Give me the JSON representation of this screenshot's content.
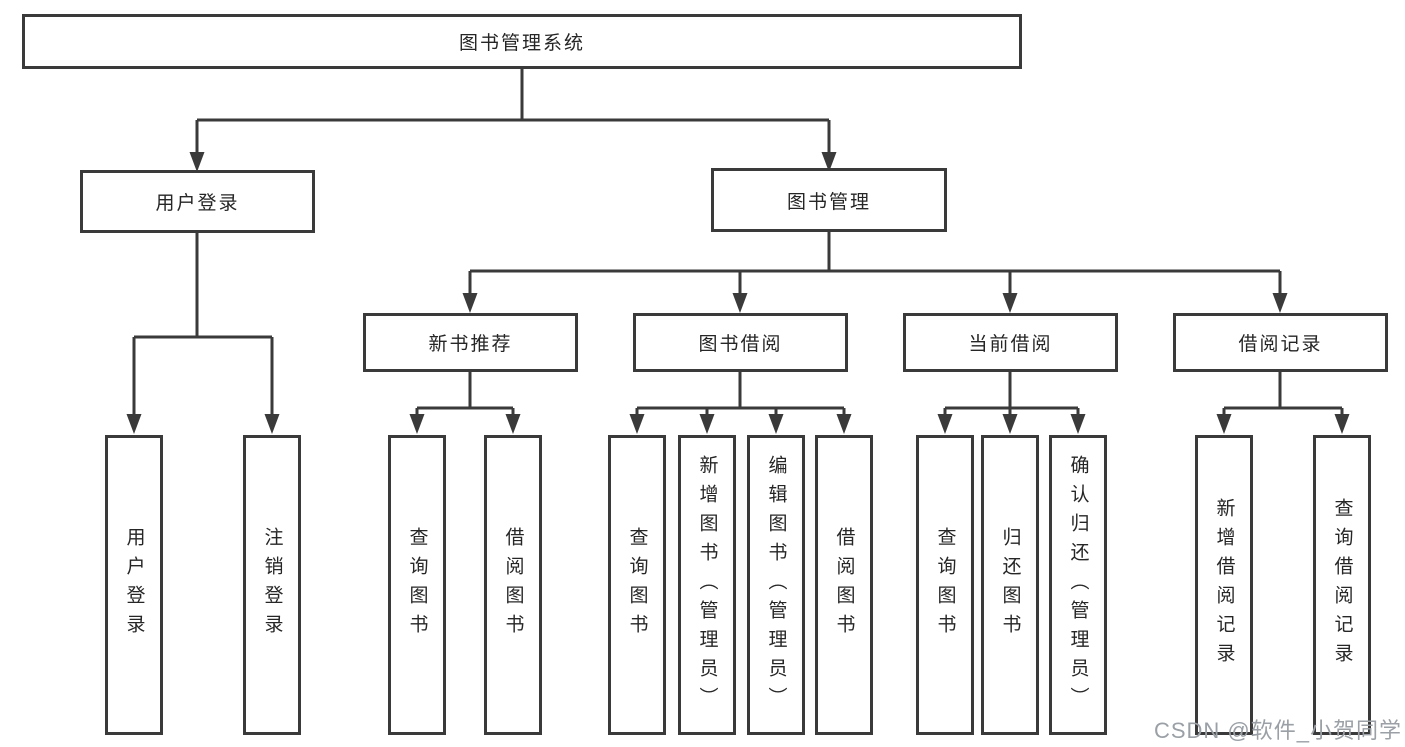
{
  "tree": {
    "label": "图书管理系统",
    "children": [
      {
        "label": "用户登录",
        "children": [
          {
            "label": "用户登录"
          },
          {
            "label": "注销登录"
          }
        ]
      },
      {
        "label": "图书管理",
        "children": [
          {
            "label": "新书推荐",
            "children": [
              {
                "label": "查询图书"
              },
              {
                "label": "借阅图书"
              }
            ]
          },
          {
            "label": "图书借阅",
            "children": [
              {
                "label": "查询图书"
              },
              {
                "label": "新增图书（管理员）"
              },
              {
                "label": "编辑图书（管理员）"
              },
              {
                "label": "借阅图书"
              }
            ]
          },
          {
            "label": "当前借阅",
            "children": [
              {
                "label": "查询图书"
              },
              {
                "label": "归还图书"
              },
              {
                "label": "确认归还（管理员）"
              }
            ]
          },
          {
            "label": "借阅记录",
            "children": [
              {
                "label": "新增借阅记录"
              },
              {
                "label": "查询借阅记录"
              }
            ]
          }
        ]
      }
    ]
  },
  "colors": {
    "line": "#3a3a3a",
    "text": "#262626",
    "watermark": "#9aa0a6",
    "background": "#ffffff"
  },
  "watermark": {
    "text": "CSDN @软件_小贺同学"
  }
}
